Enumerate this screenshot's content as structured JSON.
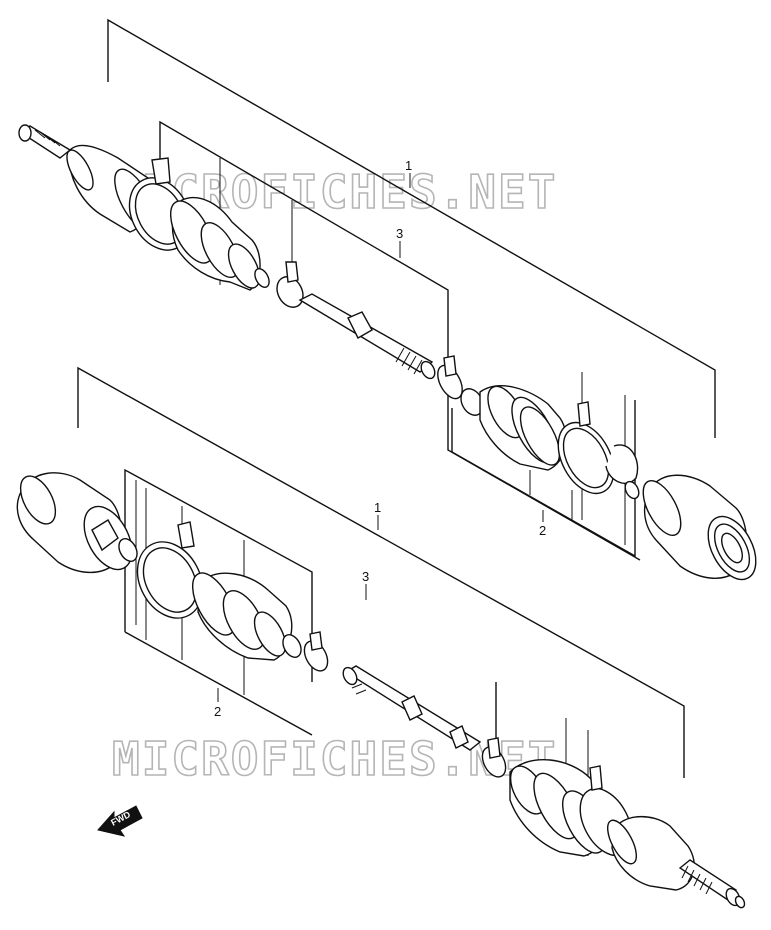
{
  "watermark": {
    "top": "MICROFICHES.NET",
    "bottom": "MICROFICHES.NET"
  },
  "callouts": {
    "upper": {
      "assembly": "1",
      "shaft": "3",
      "boot_kit": "2"
    },
    "lower": {
      "assembly": "1",
      "shaft": "3",
      "boot_kit": "2"
    }
  },
  "direction_arrow": {
    "label": "FWD"
  }
}
